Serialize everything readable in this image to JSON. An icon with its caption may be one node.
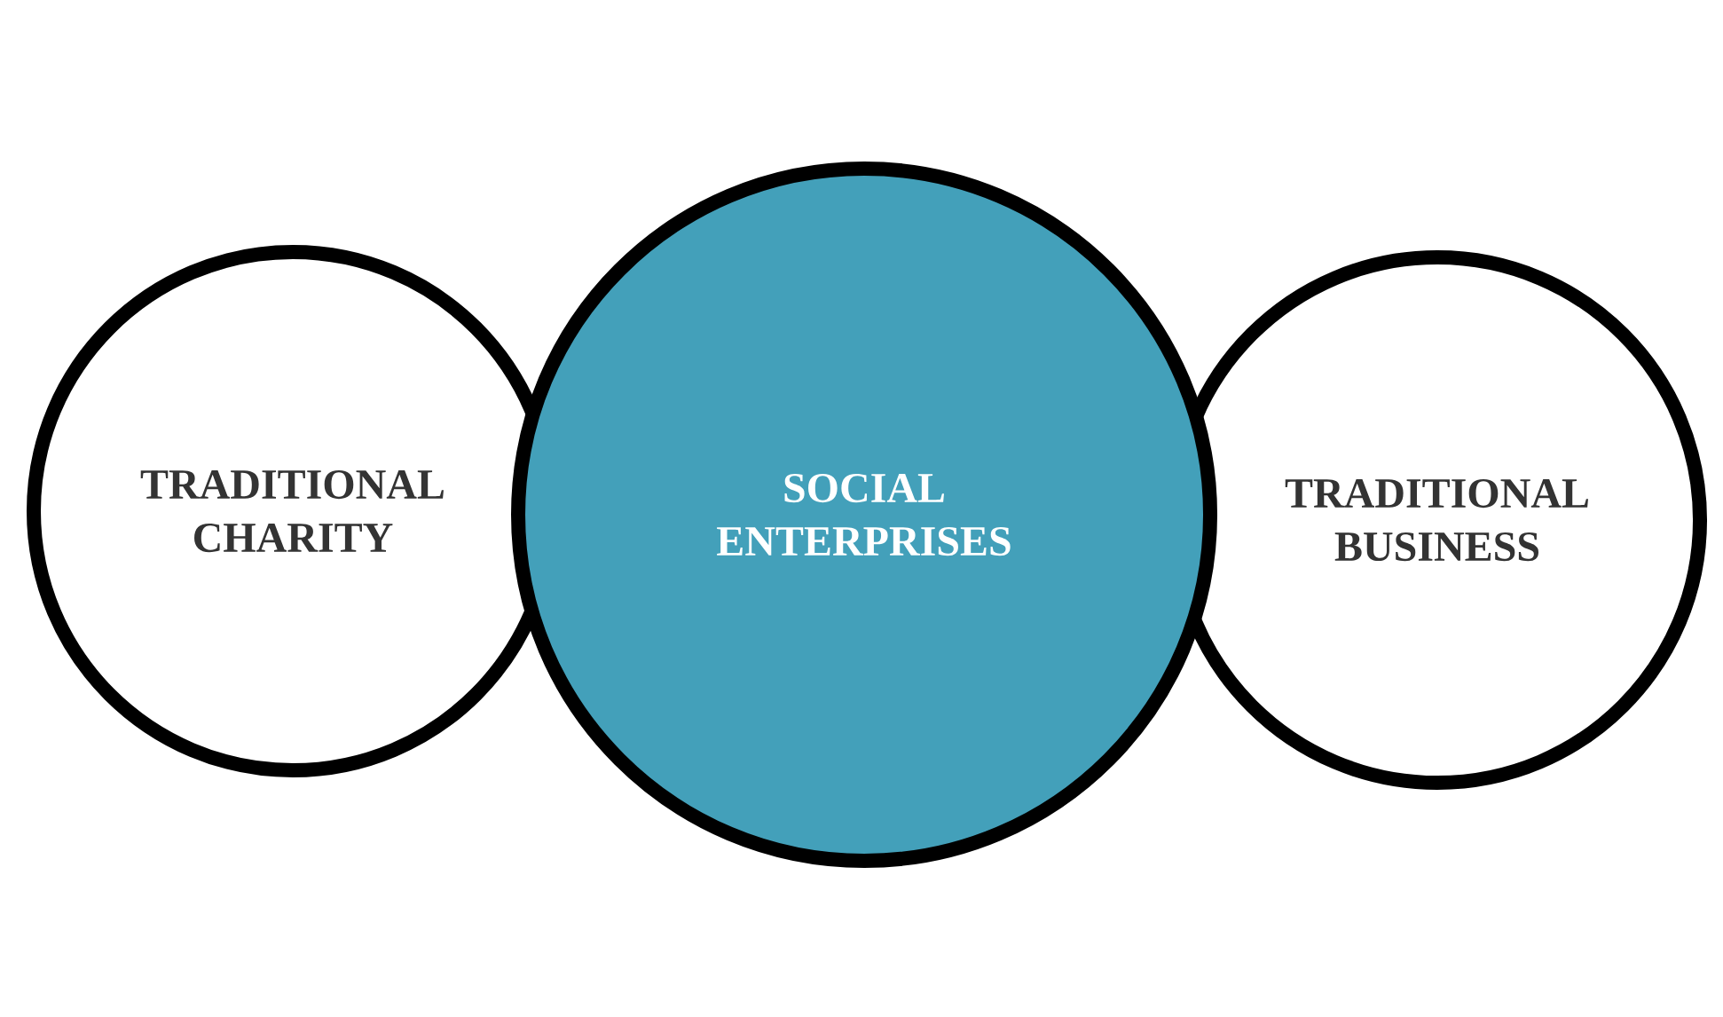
{
  "diagram": {
    "nodes": [
      {
        "text": [
          "TRADITIONAL CHARITY"
        ]
      },
      {
        "text": [
          "SOCIAL ENTERPRISES"
        ]
      },
      {
        "text": [
          "TRADITIONAL BUSINESS"
        ]
      }
    ]
  }
}
